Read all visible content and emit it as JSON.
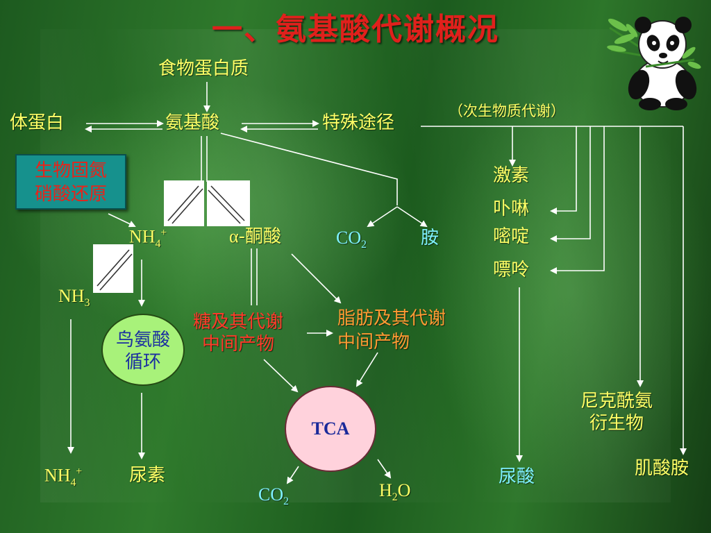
{
  "title": "一、氨基酸代谢概况",
  "nodes": {
    "food_protein": "食物蛋白质",
    "body_protein": "体蛋白",
    "amino_acid": "氨基酸",
    "special_path": "特殊途径",
    "secondary_metab": "（次生物质代谢）",
    "fixation_line1": "生物固氮",
    "fixation_line2": "硝酸还原",
    "nh4": "NH",
    "nh4_sub": "4",
    "nh4_sup": "+",
    "alpha": "α",
    "keto_acid": "-酮酸",
    "co2_top": "CO",
    "co2_top_sub": "2",
    "amine": "胺",
    "hormone": "激素",
    "porphyrin": "卟啉",
    "pyrimidine": "嘧啶",
    "purine": "嘌呤",
    "nh3": "NH",
    "nh3_sub": "3",
    "sugar_line1": "糖及其代谢",
    "sugar_line2": "中间产物",
    "fat_line1": "脂肪及其代谢",
    "fat_line2": "中间产物",
    "urea_cycle_line1": "鸟氨酸",
    "urea_cycle_line2": "循环",
    "tca": "TCA",
    "nicotinamide_line1": "尼克酰氨",
    "nicotinamide_line2": "衍生物",
    "nh4_bottom": "NH",
    "nh4_bottom_sub": "4",
    "nh4_bottom_sup": "+",
    "urea": "尿素",
    "co2_bottom": "CO",
    "co2_bottom_sub": "2",
    "h2o": "H",
    "h2o_sub": "2",
    "h2o_o": "O",
    "uric_acid": "尿酸",
    "creatine": "肌酸胺"
  },
  "colors": {
    "title": "#e0201c",
    "label_yellow": "#ffff66",
    "label_cyan": "#7ff2ff",
    "label_red": "#ff3a2a",
    "label_orange": "#ff9a33",
    "arrow": "#ffffff",
    "fixation_box": "#16918d",
    "urea_cycle_fill": "#a8f27a",
    "tca_fill": "#ffd2dc"
  },
  "decorations": {
    "mascot": "panda-with-bamboo-icon"
  }
}
